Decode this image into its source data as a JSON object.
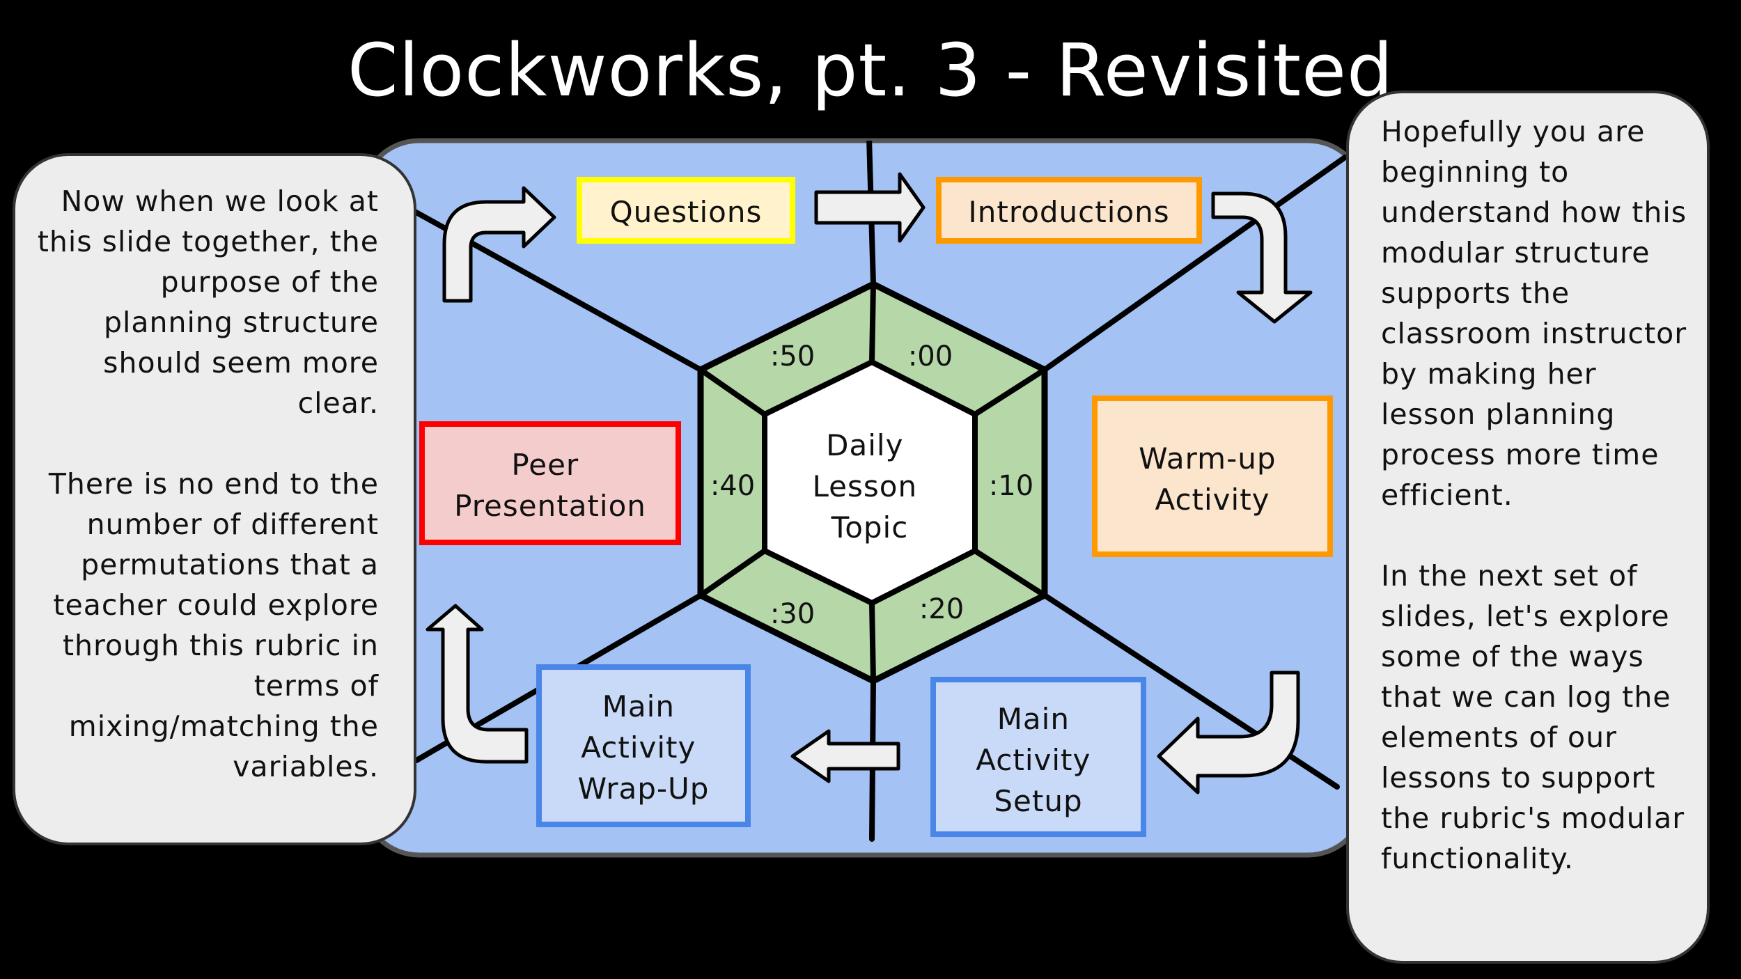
{
  "title": "Clockworks, pt. 3 - Revisited",
  "left_panel": {
    "paragraphs": [
      "Now when we look at this slide together, the purpose of the planning structure should seem more clear.",
      "There is no end to the number of different permutations that a teacher could explore through this rubric in terms of mixing/matching the variables."
    ]
  },
  "right_panel": {
    "paragraphs": [
      "Hopefully you are beginning to understand how this modular structure supports the classroom instructor by making her lesson planning process more time efficient.",
      "In the next set of slides, let's explore some of the ways that we can log the elements of our lessons to support the rubric's modular functionality."
    ]
  },
  "center": {
    "lines": [
      "Daily",
      "Lesson",
      "Topic"
    ]
  },
  "time_labels": {
    "t00": ":00",
    "t10": ":10",
    "t20": ":20",
    "t30": ":30",
    "t40": ":40",
    "t50": ":50"
  },
  "boxes": {
    "questions": {
      "lines": [
        "Questions"
      ]
    },
    "introductions": {
      "lines": [
        "Introductions"
      ]
    },
    "warmup": {
      "lines": [
        "Warm-up",
        "Activity"
      ]
    },
    "setup": {
      "lines": [
        "Main",
        "Activity",
        "Setup"
      ]
    },
    "wrapup": {
      "lines": [
        "Main",
        "Activity",
        "Wrap-Up"
      ]
    },
    "peer": {
      "lines": [
        "Peer",
        "Presentation"
      ]
    }
  },
  "colors": {
    "background": "#000000",
    "board": "#a4c2f4",
    "board_border": "#555555",
    "hex_ring": "#b6d7a8",
    "hex_center": "#ffffff",
    "line": "#000000",
    "arrow_fill": "#efefef",
    "questions_fill": "#fff2cc",
    "questions_border": "#ffff00",
    "orange_fill": "#fce5cd",
    "orange_border": "#ff9900",
    "blue_fill": "#c9daf8",
    "blue_border": "#4a86e8",
    "red_fill": "#f4cccc",
    "red_border": "#ff0000"
  }
}
